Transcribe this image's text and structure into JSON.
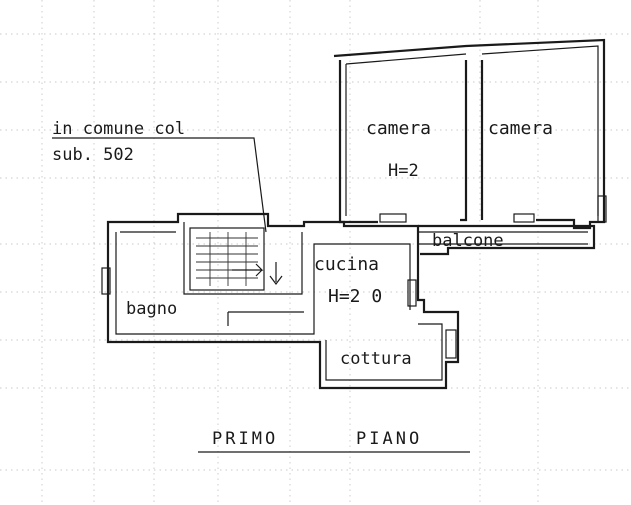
{
  "annotation": {
    "line1": "in comune col",
    "line2": "sub. 502"
  },
  "rooms": {
    "camera_left": "camera",
    "camera_right": "camera",
    "height_upper": "H=2",
    "balcone": "balcone",
    "cucina": "cucina",
    "height_cucina": "H=2 0",
    "bagno": "bagno",
    "cottura": "cottura"
  },
  "floor_title": {
    "word1": "PRIMO",
    "word2": "PIANO"
  }
}
